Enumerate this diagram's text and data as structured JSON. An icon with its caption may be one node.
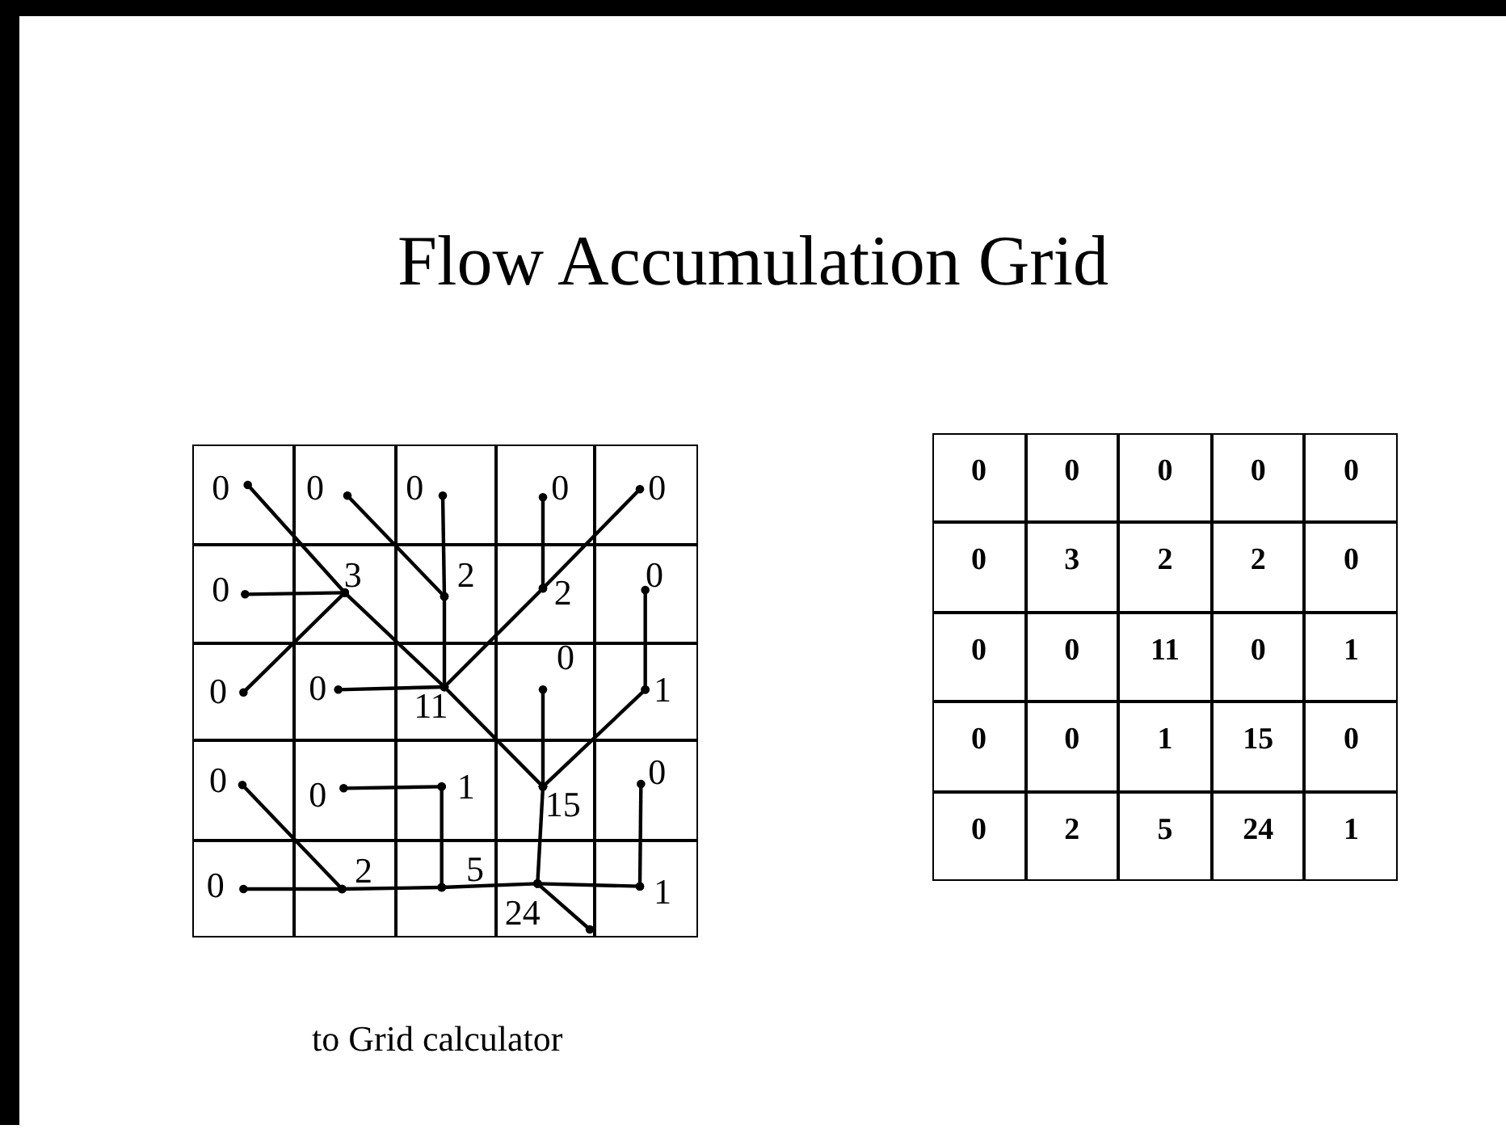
{
  "diagram": {
    "title": "Flow Accumulation Grid",
    "nodes": [
      {
        "text": [
          "0"
        ]
      },
      {
        "text": [
          "0"
        ]
      },
      {
        "text": [
          "0"
        ]
      },
      {
        "text": [
          "0"
        ]
      },
      {
        "text": [
          "0"
        ]
      },
      {
        "text": [
          "0"
        ]
      },
      {
        "text": [
          "3"
        ]
      },
      {
        "text": [
          "2"
        ]
      },
      {
        "text": [
          "2"
        ]
      },
      {
        "text": [
          "0"
        ]
      },
      {
        "text": [
          "0"
        ]
      },
      {
        "text": [
          "0"
        ]
      },
      {
        "text": [
          "11"
        ]
      },
      {
        "text": [
          "0"
        ]
      },
      {
        "text": [
          "1"
        ]
      },
      {
        "text": [
          "0"
        ]
      },
      {
        "text": [
          "0"
        ]
      },
      {
        "text": [
          "1"
        ]
      },
      {
        "text": [
          "15"
        ]
      },
      {
        "text": [
          "0"
        ]
      },
      {
        "text": [
          "0"
        ]
      },
      {
        "text": [
          "2"
        ]
      },
      {
        "text": [
          "5"
        ]
      },
      {
        "text": [
          "24"
        ]
      },
      {
        "text": [
          "1"
        ]
      }
    ],
    "edges": [
      {
        "from": 0,
        "to": 6,
        "arrow": "other"
      },
      {
        "from": 1,
        "to": 7,
        "arrow": "other"
      },
      {
        "from": 2,
        "to": 7,
        "arrow": "other"
      },
      {
        "from": 3,
        "to": 8,
        "arrow": "other"
      },
      {
        "from": 4,
        "to": 8,
        "arrow": "other"
      },
      {
        "from": 5,
        "to": 6,
        "arrow": "other"
      },
      {
        "from": 6,
        "to": 12,
        "arrow": "other"
      },
      {
        "from": 7,
        "to": 12,
        "arrow": "other"
      },
      {
        "from": 8,
        "to": 12,
        "arrow": "other"
      },
      {
        "from": 9,
        "to": 14,
        "arrow": "other"
      },
      {
        "from": 10,
        "to": 6,
        "arrow": "other"
      },
      {
        "from": 11,
        "to": 12,
        "arrow": "other"
      },
      {
        "from": 12,
        "to": 18,
        "arrow": "other"
      },
      {
        "from": 13,
        "to": 18,
        "arrow": "other"
      },
      {
        "from": 14,
        "to": 18,
        "arrow": "other"
      },
      {
        "from": 15,
        "to": 21,
        "arrow": "other"
      },
      {
        "from": 16,
        "to": 17,
        "arrow": "other"
      },
      {
        "from": 17,
        "to": 22,
        "arrow": "other"
      },
      {
        "from": 18,
        "to": 23,
        "arrow": "other"
      },
      {
        "from": 19,
        "to": 24,
        "arrow": "other"
      },
      {
        "from": 20,
        "to": 21,
        "arrow": "other"
      },
      {
        "from": 21,
        "to": 22,
        "arrow": "other"
      },
      {
        "from": 22,
        "to": 23,
        "arrow": "other"
      },
      {
        "from": 24,
        "to": 23,
        "arrow": "other"
      },
      {
        "from": 23,
        "to": null,
        "arrow": "other"
      }
    ],
    "labels": [
      "0",
      "0",
      "0",
      "0",
      "0",
      "0",
      "3",
      "2",
      "2",
      "0",
      "0",
      "0",
      "11",
      "0",
      "1",
      "0",
      "0",
      "1",
      "15",
      "0",
      "0",
      "2",
      "5",
      "24",
      "1",
      "to Grid calculator"
    ]
  }
}
